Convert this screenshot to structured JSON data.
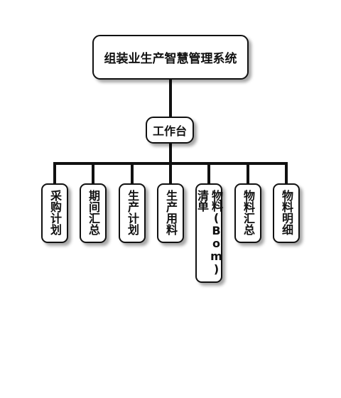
{
  "root": {
    "label": "组装业生产智慧管理系统"
  },
  "hub": {
    "label": "工作台"
  },
  "leaves": [
    {
      "label": "采购计划"
    },
    {
      "label": "期间汇总"
    },
    {
      "label": "生产计划"
    },
    {
      "label": "生产用料"
    },
    {
      "label": "物料(Bom)清单"
    },
    {
      "label": "物料汇总"
    },
    {
      "label": "物料明细"
    }
  ],
  "colors": {
    "stroke": "#111111",
    "background": "#ffffff"
  }
}
